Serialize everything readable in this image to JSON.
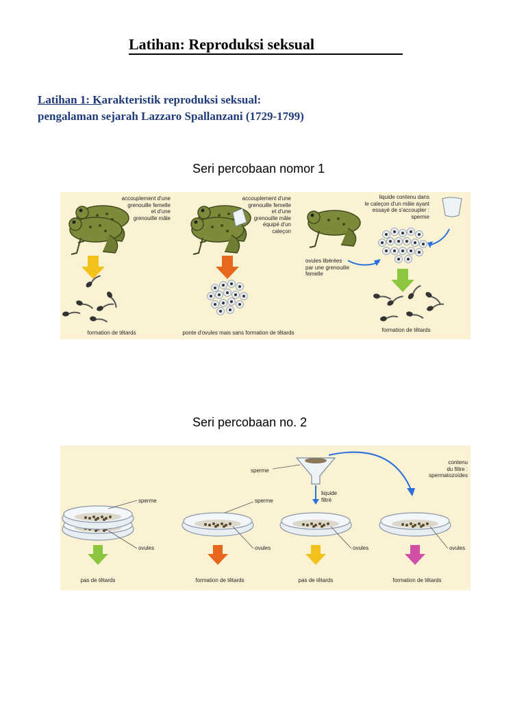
{
  "page": {
    "title": "Latihan: Reproduksi seksual",
    "exercise": {
      "prefix": "Latihan 1: K",
      "line1_rest": "arakteristik reproduksi seksual:",
      "line2": "pengalaman sejarah Lazzaro Spallanzani (1729-1799)"
    }
  },
  "series1": {
    "label": "Seri percobaan nomor 1",
    "panels": [
      {
        "caption_lines": [
          "accouplement d'une",
          "grenouille femelle",
          "et d'une",
          "grenouille mâle"
        ],
        "result": "formation de têtards"
      },
      {
        "caption_lines": [
          "accouplement d'une",
          "grenouille femelle",
          "et d'une",
          "grenouille mâle",
          "équipé d'un",
          "caleçon"
        ],
        "result": "ponte d'ovules mais sans formation de têtards"
      },
      {
        "caption_lines": [
          "liquide contenu dans",
          "le caleçon d'un mâle ayant",
          "essayé de s'accoupler :",
          "sperme"
        ],
        "eggs_label_lines": [
          "ovules libérées",
          "par une grenouille",
          "femelle"
        ],
        "result": "formation de têtards"
      }
    ]
  },
  "series2": {
    "label": "Seri percobaan no. 2",
    "labels": {
      "sperme": "sperme",
      "ovules": "ovules",
      "liquide_lines": [
        "liquide",
        "filtré"
      ],
      "contenu_lines": [
        "contenu",
        "du filtre :",
        "spermatozoïdes"
      ]
    },
    "results": [
      "pas de têtards",
      "formation de têtards",
      "pas de têtards",
      "formation de têtards"
    ]
  },
  "colors": {
    "figure_bg": "#fbf2d4",
    "heading_blue": "#1f3a7a",
    "arrow_yellow": "#f2c21b",
    "arrow_orange": "#e8671c",
    "arrow_green": "#8cc63e",
    "arrow_magenta": "#d14fa7",
    "link_blue": "#2a6fdb"
  }
}
